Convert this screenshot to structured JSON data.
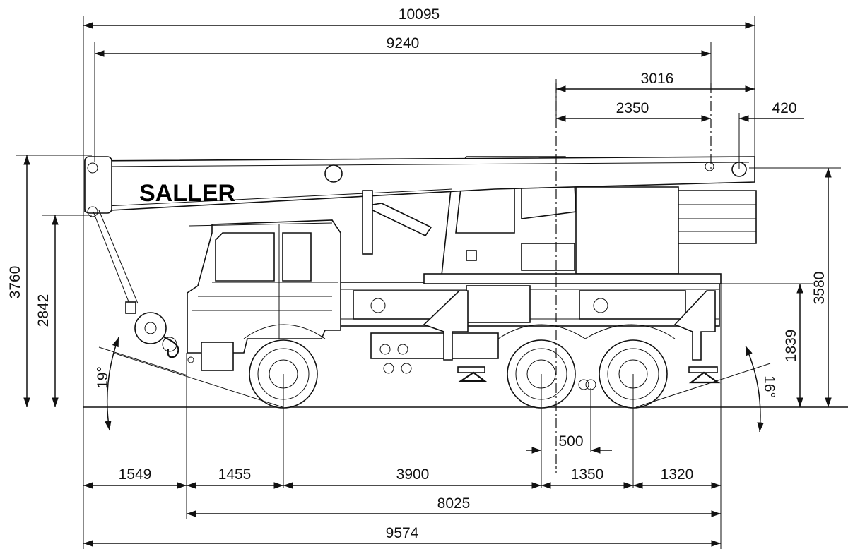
{
  "brand": "SALLER",
  "dimensions": {
    "overall_length": "10095",
    "boom_pin_span": "9240",
    "rear_overhang_from_slew": "3016",
    "slew_to_rear_pin": "2350",
    "counterweight_overhang": "420",
    "overall_height": "3760",
    "boom_pin_height": "2842",
    "cab_roof_height": "3580",
    "deck_height": "1839",
    "tandem_offset": "500",
    "front_overhang": "1549",
    "front_axle_from_bumper": "1455",
    "wheelbase": "3900",
    "tandem_spacing": "1350",
    "rear_overhang": "1320",
    "chassis_length": "8025",
    "total_length_ground": "9574"
  },
  "angles": {
    "approach": "19°",
    "departure": "16°"
  }
}
